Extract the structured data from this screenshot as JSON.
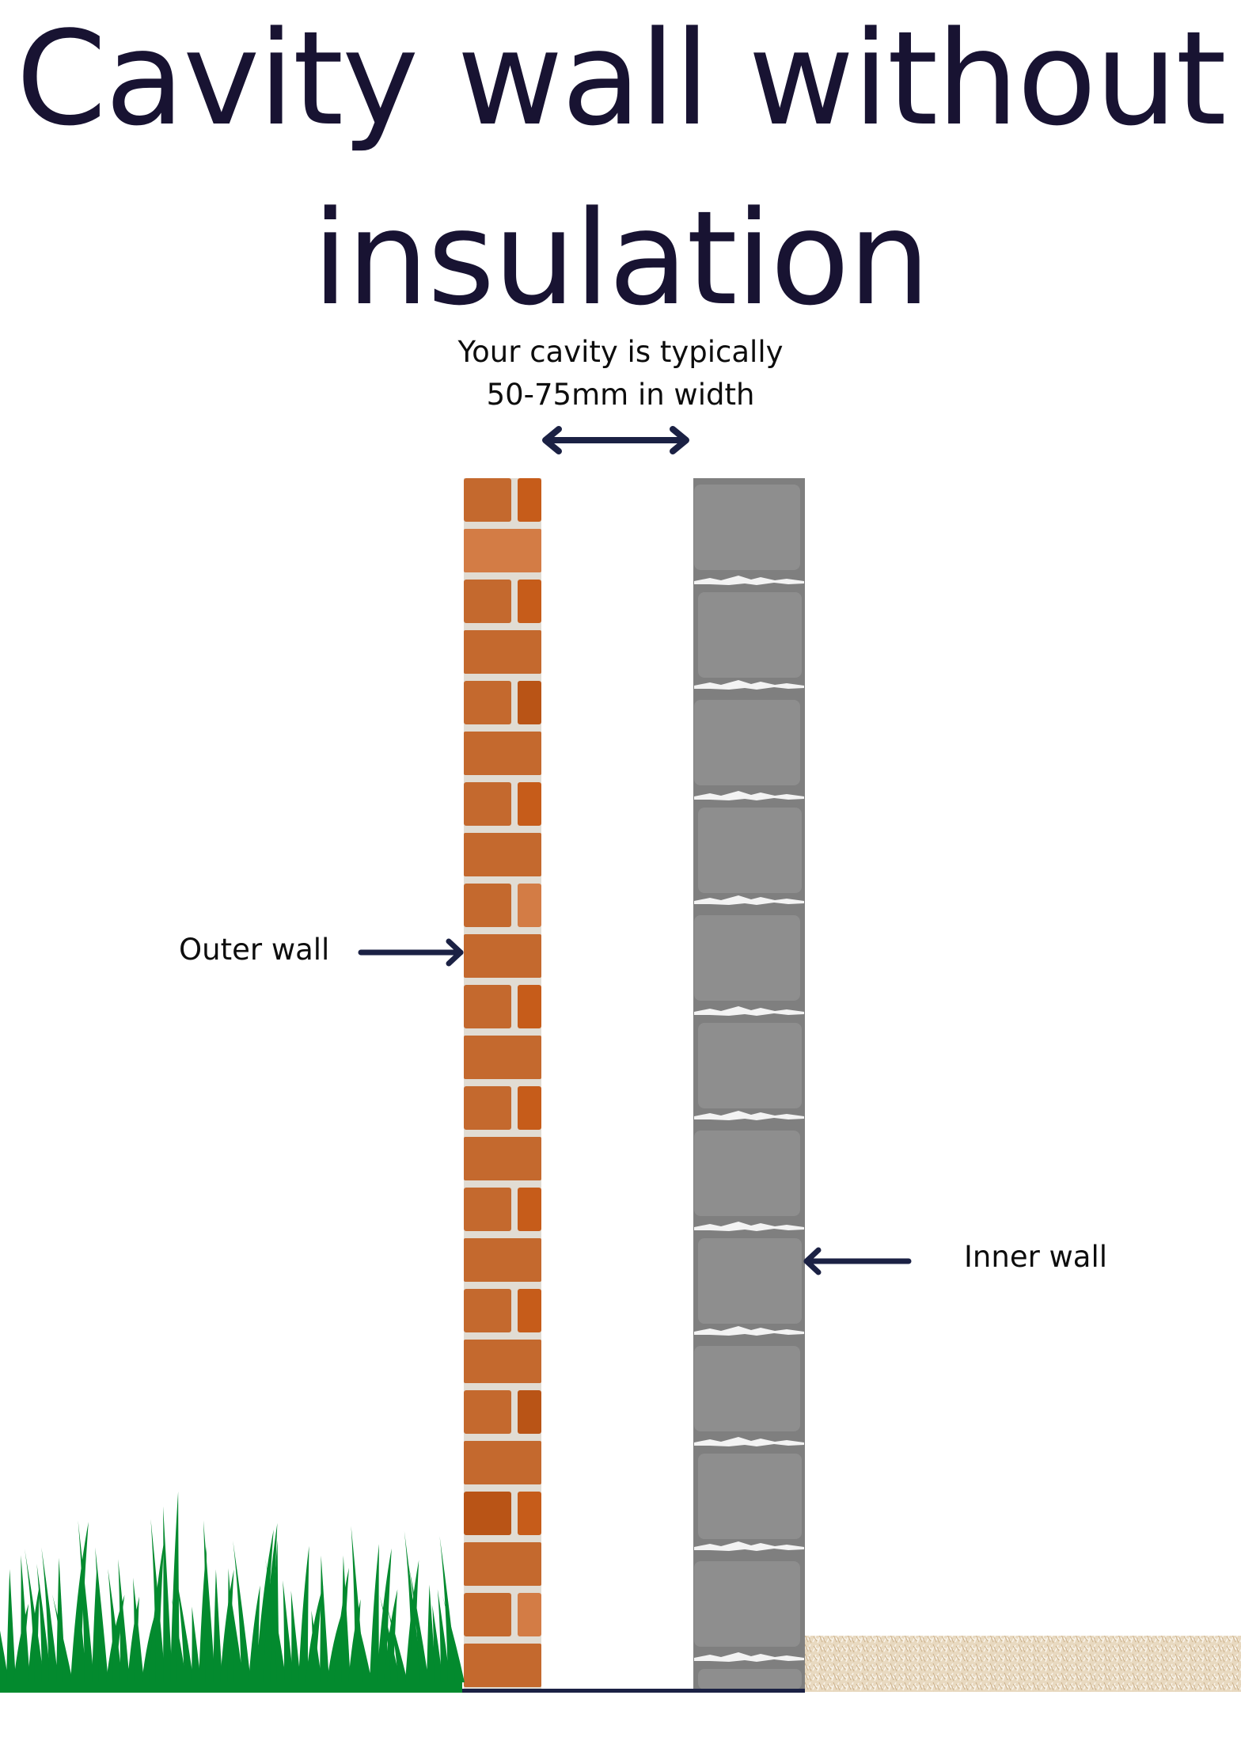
{
  "title": {
    "line1": "Cavity wall without",
    "line2": "insulation"
  },
  "cavity_caption": {
    "line1": "Your cavity is typically",
    "line2": "50-75mm in width"
  },
  "labels": {
    "outer_wall": "Outer wall",
    "inner_wall": "Inner wall"
  },
  "colors": {
    "title_text": "#181332",
    "arrow": "#1b2144",
    "brick": "#c4692e",
    "brick_light": "#d37c45",
    "brick_dark": "#b95416",
    "mortar": "#e1dcd3",
    "block_joint": "#7f7f7f",
    "block_face": "#8e8e8e",
    "grass": "#038a2e",
    "carpet": "#e4d3b8"
  }
}
